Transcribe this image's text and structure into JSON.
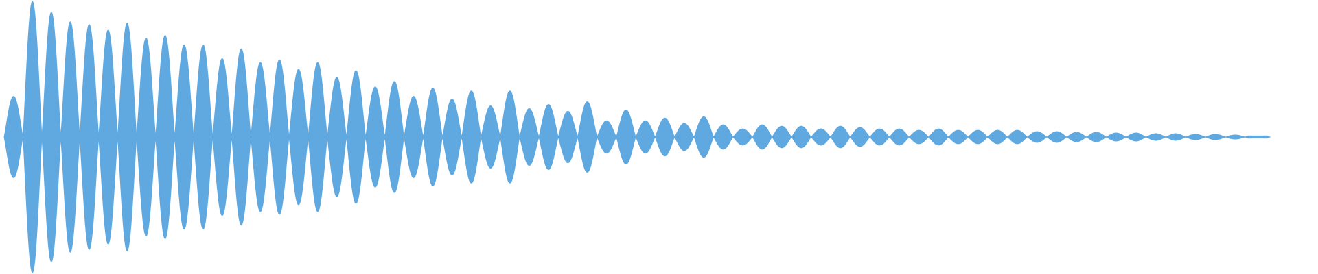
{
  "waveform": {
    "fill_color": "#5fa8e0",
    "background_color": "#ffffff",
    "lobe_count": 64,
    "peak_amplitudes": [
      0.3,
      1.0,
      0.92,
      0.85,
      0.83,
      0.79,
      0.84,
      0.73,
      0.75,
      0.68,
      0.68,
      0.58,
      0.65,
      0.55,
      0.57,
      0.5,
      0.55,
      0.44,
      0.49,
      0.37,
      0.41,
      0.3,
      0.36,
      0.28,
      0.34,
      0.23,
      0.34,
      0.21,
      0.24,
      0.19,
      0.26,
      0.12,
      0.2,
      0.12,
      0.14,
      0.1,
      0.15,
      0.09,
      0.06,
      0.09,
      0.08,
      0.08,
      0.06,
      0.08,
      0.07,
      0.06,
      0.06,
      0.05,
      0.06,
      0.05,
      0.05,
      0.05,
      0.05,
      0.04,
      0.04,
      0.035,
      0.035,
      0.03,
      0.03,
      0.025,
      0.025,
      0.02,
      0.02,
      0.015
    ],
    "tail_amplitude": 0.008
  }
}
